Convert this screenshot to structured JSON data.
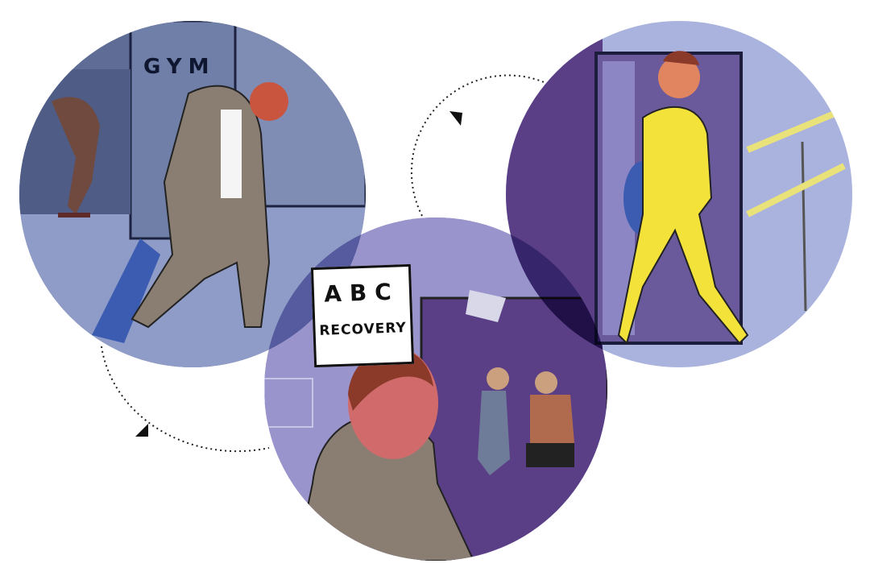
{
  "illustration": {
    "description": "Three overlapping circular scenes: exhausted man leaving gym, man arriving at recovery clinic, energized man walking out",
    "panels": [
      {
        "id": "gym",
        "sign_text": "GYM",
        "scene": "tired man with towel and water bottle leaving gym"
      },
      {
        "id": "recovery",
        "sign_line1": "ABC",
        "sign_line2": "RECOVERY",
        "scene": "man looking at recovery clinic with therapist and client"
      },
      {
        "id": "refreshed",
        "scene": "happy man in yellow tracksuit walking out of door"
      }
    ],
    "colors": {
      "gym_bg": "#5e6c96",
      "recovery_bg": "#8d87c0",
      "refreshed_bg": "#a9b3dd",
      "inner_purple": "#5b3f86",
      "tracksuit": "#f2e23a",
      "skin_flush": "#d94a4a",
      "arrow": "#111111"
    },
    "arrows": [
      {
        "name": "arrow-to-refreshed",
        "direction": "clockwise"
      },
      {
        "name": "arrow-to-recovery",
        "direction": "counter-clockwise"
      }
    ]
  }
}
